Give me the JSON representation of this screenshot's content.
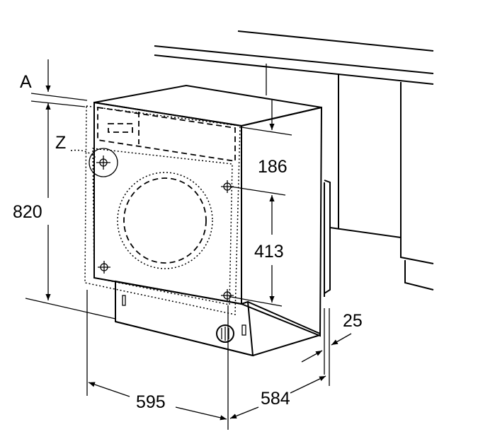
{
  "labels": {
    "a": "A",
    "z": "Z",
    "height": "820",
    "top_offset": "186",
    "hole_spacing": "413",
    "recess": "25",
    "width": "595",
    "depth": "584"
  }
}
